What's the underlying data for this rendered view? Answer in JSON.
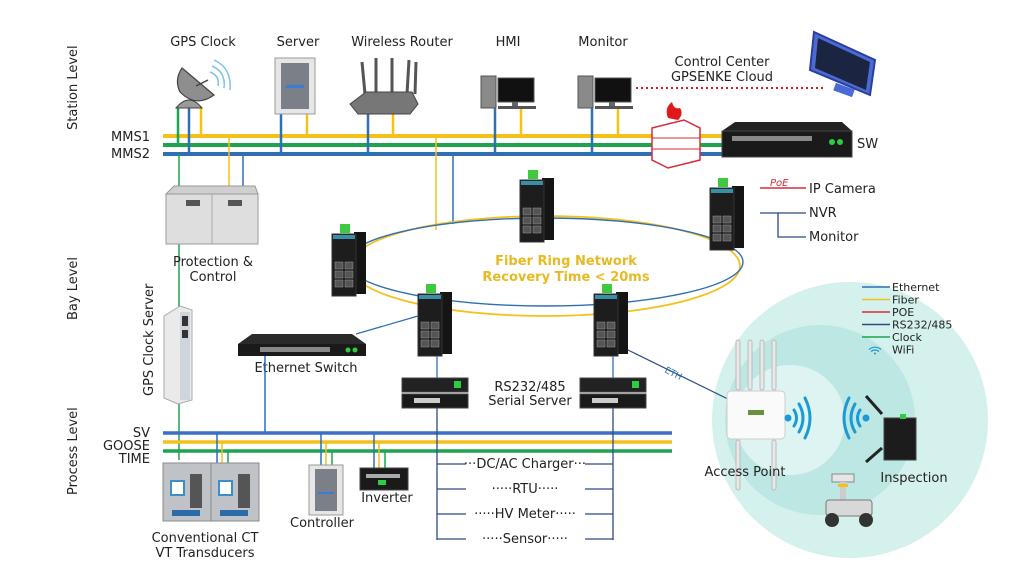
{
  "colors": {
    "ethernet": "#2f6fb3",
    "fiber": "#f3c01c",
    "poe": "#d62b3a",
    "rs232": "#2f4a80",
    "clock": "#1ea34f",
    "wifi": "#1a9ad6",
    "ring_text": "#e8b923",
    "cloud_link": "#d21f2b",
    "wifi_zone": "#bfe8e4"
  },
  "levels": {
    "station": "Station Level",
    "bay": "Bay Level",
    "process": "Process Level"
  },
  "station": {
    "devices": [
      {
        "id": "gps-clock",
        "label": "GPS Clock"
      },
      {
        "id": "server",
        "label": "Server"
      },
      {
        "id": "wireless-router",
        "label": "Wireless Router"
      },
      {
        "id": "hmi",
        "label": "HMI"
      },
      {
        "id": "monitor",
        "label": "Monitor"
      }
    ],
    "buses": {
      "mms1": "MMS1",
      "mms2": "MMS2"
    },
    "control_center": {
      "line1": "Control Center",
      "line2": "GPSENKE Cloud"
    },
    "sw_label": "SW"
  },
  "bay": {
    "protection": {
      "line1": "Protection &",
      "line2": "Control"
    },
    "gps_clock_server": "GPS Clock Server",
    "ethernet_switch": "Ethernet Switch",
    "ring": {
      "line1": "Fiber Ring Network",
      "line2": "Recovery Time < 20ms"
    },
    "poe_tag": "PoE",
    "ip_camera": "IP Camera",
    "nvr": "NVR",
    "monitor": "Monitor",
    "eth_tag": "ETH",
    "serial_server": {
      "line1": "RS232/485",
      "line2": "Serial Server"
    }
  },
  "process": {
    "buses": {
      "sv": "SV",
      "goose": "GOOSE",
      "time": "TIME"
    },
    "ct_vt": {
      "line1": "Conventional CT",
      "line2": "VT Transducers"
    },
    "controller": "Controller",
    "inverter": "Inverter",
    "serial_devices": [
      "···DC/AC Charger···",
      "·····RTU·····",
      "·····HV Meter·····",
      "·····Sensor·····"
    ]
  },
  "wireless": {
    "access_point": "Access Point",
    "inspection": "Inspection"
  },
  "legend": [
    {
      "label": "Ethernet",
      "type": "ethernet"
    },
    {
      "label": "Fiber",
      "type": "fiber"
    },
    {
      "label": "POE",
      "type": "poe"
    },
    {
      "label": "RS232/485",
      "type": "rs232"
    },
    {
      "label": "Clock",
      "type": "clock"
    },
    {
      "label": "WiFi",
      "type": "wifi"
    }
  ]
}
